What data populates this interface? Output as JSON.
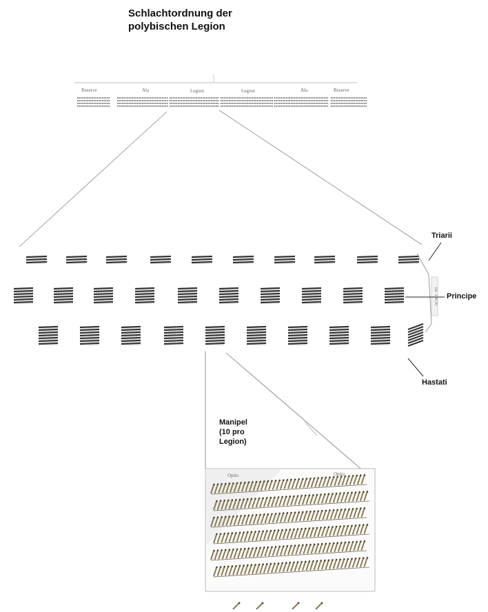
{
  "title_line1": "Schlachtordnung der",
  "title_line2": "polybischen Legion",
  "overview_labels": [
    "Reserve",
    "Ala",
    "Legion",
    "Legion",
    "Ala",
    "Reserve"
  ],
  "lines": {
    "triarii": "Triarii",
    "principes": "Principe",
    "hastati": "Hastati"
  },
  "depth_label": "ca. 100 m",
  "manipel_label": [
    "Manipel",
    "(10 pro",
    "Legion)"
  ],
  "optio_left": "Optio",
  "optio_right": "Optio",
  "maniples_per_line": 10,
  "colors": {
    "text": "#111111",
    "unit": "#333333",
    "soldier": "#8a7a52",
    "frame": "#888888"
  }
}
